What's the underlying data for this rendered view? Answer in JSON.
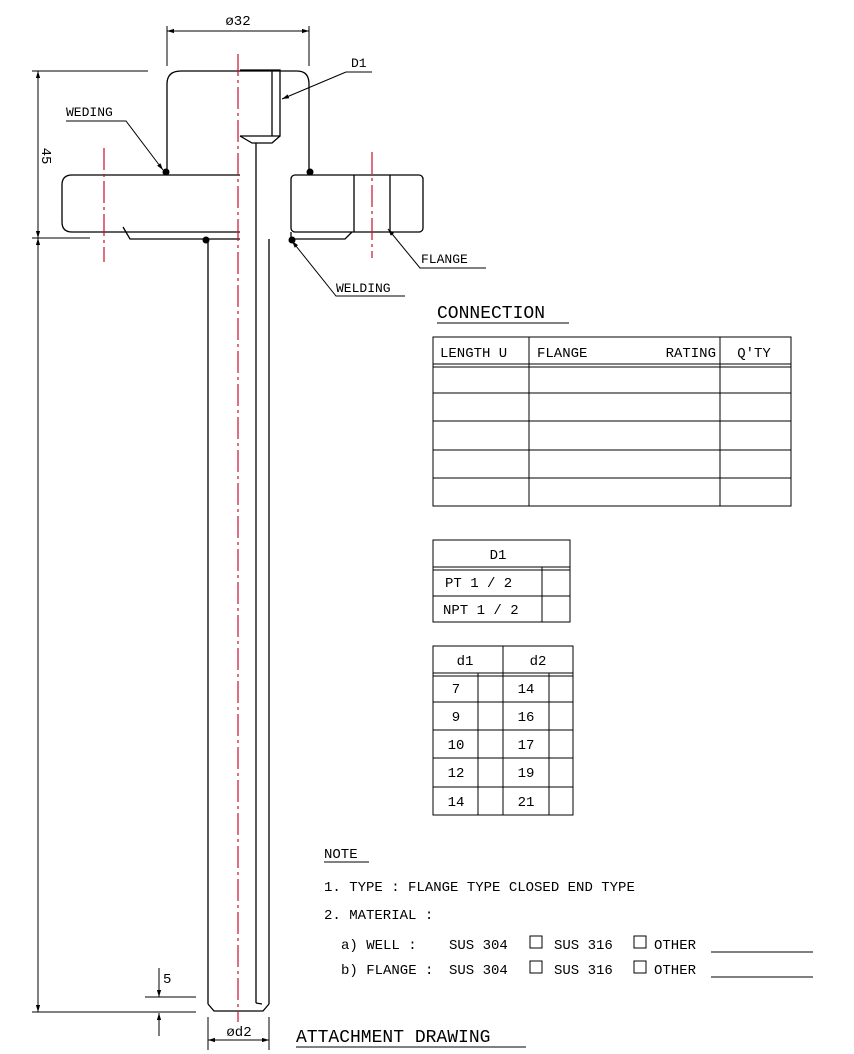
{
  "drawing": {
    "dim_top": "ø32",
    "dim_left": "45",
    "dim_tip": "5",
    "dim_bottom": "ød2",
    "label_d1": "D1",
    "label_weding": "WEDING",
    "label_welding": "WELDING",
    "label_flange": "FLANGE",
    "caption": "ATTACHMENT DRAWING"
  },
  "connection": {
    "title": "CONNECTION",
    "headers": {
      "length": "LENGTH U",
      "flange": "FLANGE",
      "rating": "RATING",
      "qty": "Q'TY"
    }
  },
  "d1_table": {
    "header": "D1",
    "rows": [
      "PT 1 / 2",
      "NPT 1 / 2"
    ]
  },
  "d1d2_table": {
    "header_d1": "d1",
    "header_d2": "d2",
    "rows": [
      {
        "d1": "7",
        "d2": "14"
      },
      {
        "d1": "9",
        "d2": "16"
      },
      {
        "d1": "10",
        "d2": "17"
      },
      {
        "d1": "12",
        "d2": "19"
      },
      {
        "d1": "14",
        "d2": "21"
      }
    ]
  },
  "note": {
    "title": "NOTE",
    "line1": "1. TYPE : FLANGE TYPE CLOSED END TYPE",
    "line2": "2. MATERIAL :",
    "well": {
      "label": "a) WELL :",
      "opt1": "SUS 304",
      "opt2": "SUS 316",
      "opt3": "OTHER"
    },
    "flange": {
      "label": "b) FLANGE :",
      "opt1": "SUS 304",
      "opt2": "SUS 316",
      "opt3": "OTHER"
    }
  },
  "colors": {
    "line": "#000000",
    "centerline": "#c8102e"
  }
}
